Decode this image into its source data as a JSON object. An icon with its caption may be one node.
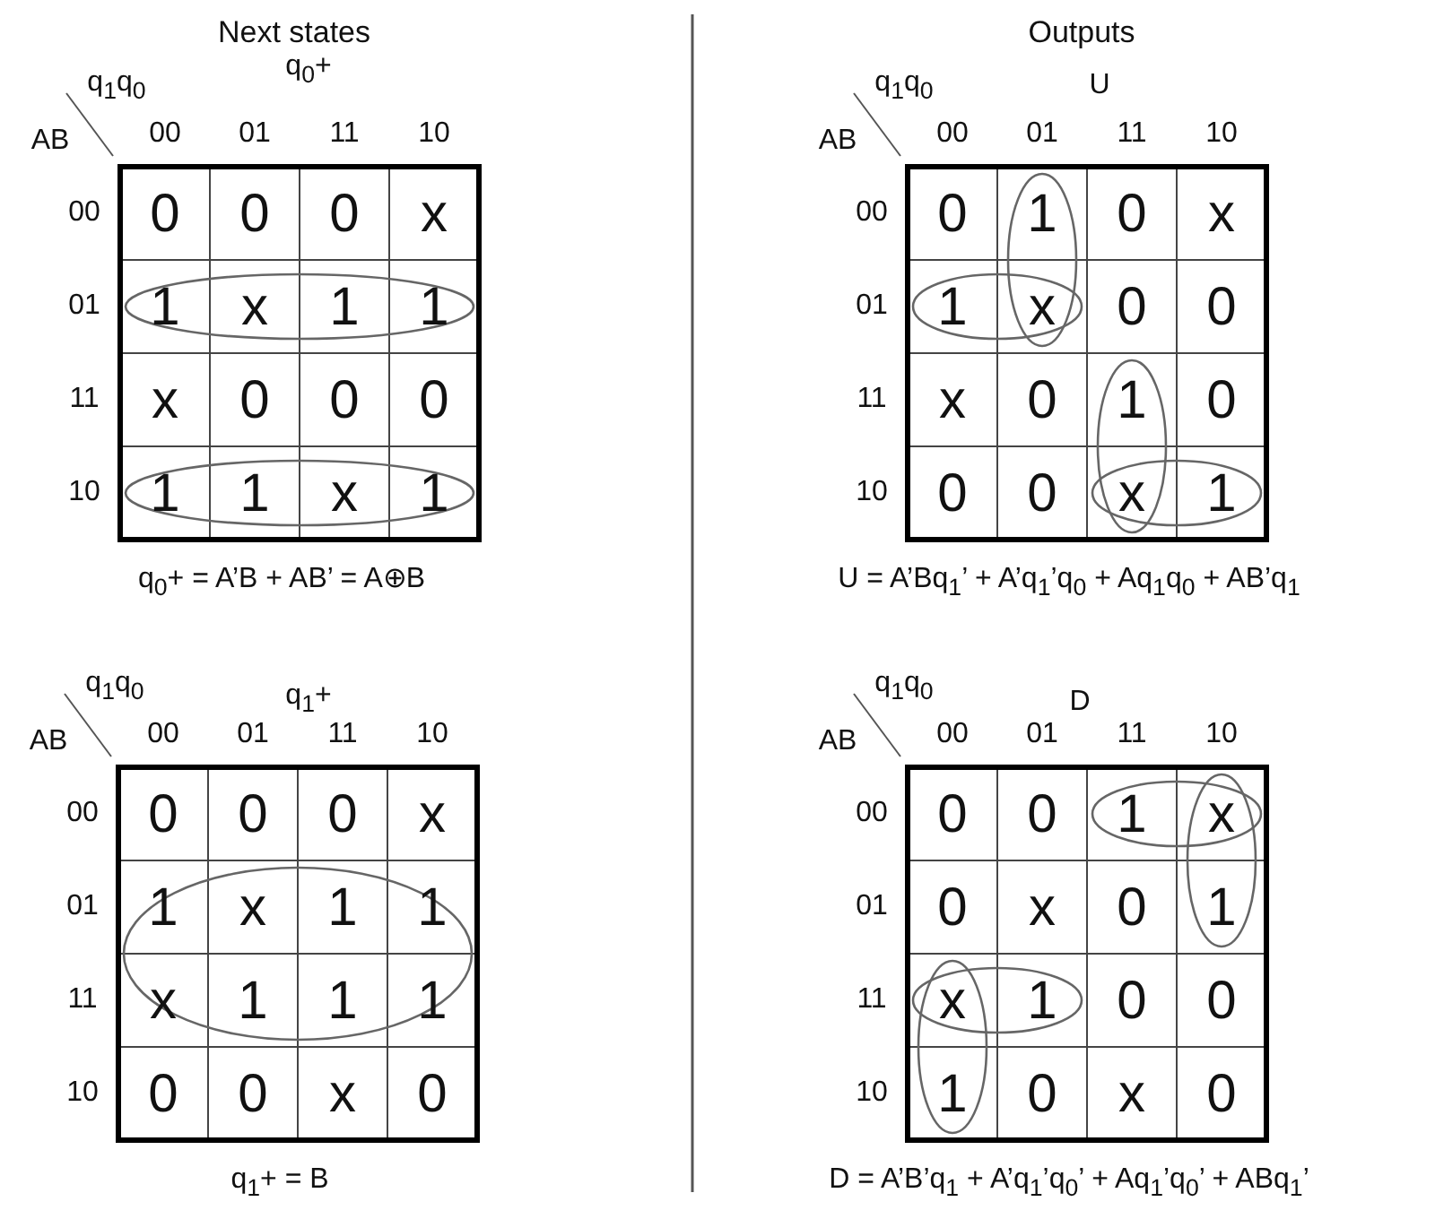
{
  "diagram": {
    "labels": [
      "Next states",
      "Outputs",
      "q$_{1}$q$_{0}$",
      "q$_{0}$+",
      "AB",
      "00",
      "01",
      "11",
      "10",
      "00",
      "0",
      "0",
      "0",
      "x",
      "01",
      "1",
      "x",
      "1",
      "1",
      "11",
      "x",
      "0",
      "0",
      "0",
      "10",
      "1",
      "1",
      "x",
      "1",
      "q$_{0}$+ = A’B + AB’ = A⊕B",
      "q$_{1}$q$_{0}$",
      "U",
      "AB",
      "00",
      "01",
      "11",
      "10",
      "00",
      "0",
      "1",
      "0",
      "x",
      "01",
      "1",
      "x",
      "0",
      "0",
      "11",
      "x",
      "0",
      "1",
      "0",
      "10",
      "0",
      "0",
      "x",
      "1",
      "U = A’Bq$_{1}$’ + A’q$_{1}$’q$_{0}$ + Aq$_{1}$q$_{0}$ + AB’q$_{1}$",
      "q$_{1}$q$_{0}$",
      "q$_{1}$+",
      "AB",
      "00",
      "01",
      "11",
      "10",
      "00",
      "0",
      "0",
      "0",
      "x",
      "01",
      "1",
      "x",
      "1",
      "1",
      "11",
      "x",
      "1",
      "1",
      "1",
      "10",
      "0",
      "0",
      "x",
      "0",
      "q$_{1}$+ = B",
      "q$_{1}$q$_{0}$",
      "D",
      "AB",
      "00",
      "01",
      "11",
      "10",
      "00",
      "0",
      "0",
      "1",
      "x",
      "01",
      "0",
      "x",
      "0",
      "1",
      "11",
      "x",
      "1",
      "0",
      "0",
      "10",
      "1",
      "0",
      "x",
      "0",
      "D = A’B’q$_{1}$ + A’q$_{1}$’q$_{0}$’ + Aq$_{1}$’q$_{0}$’ + ABq$_{1}$’"
    ]
  }
}
